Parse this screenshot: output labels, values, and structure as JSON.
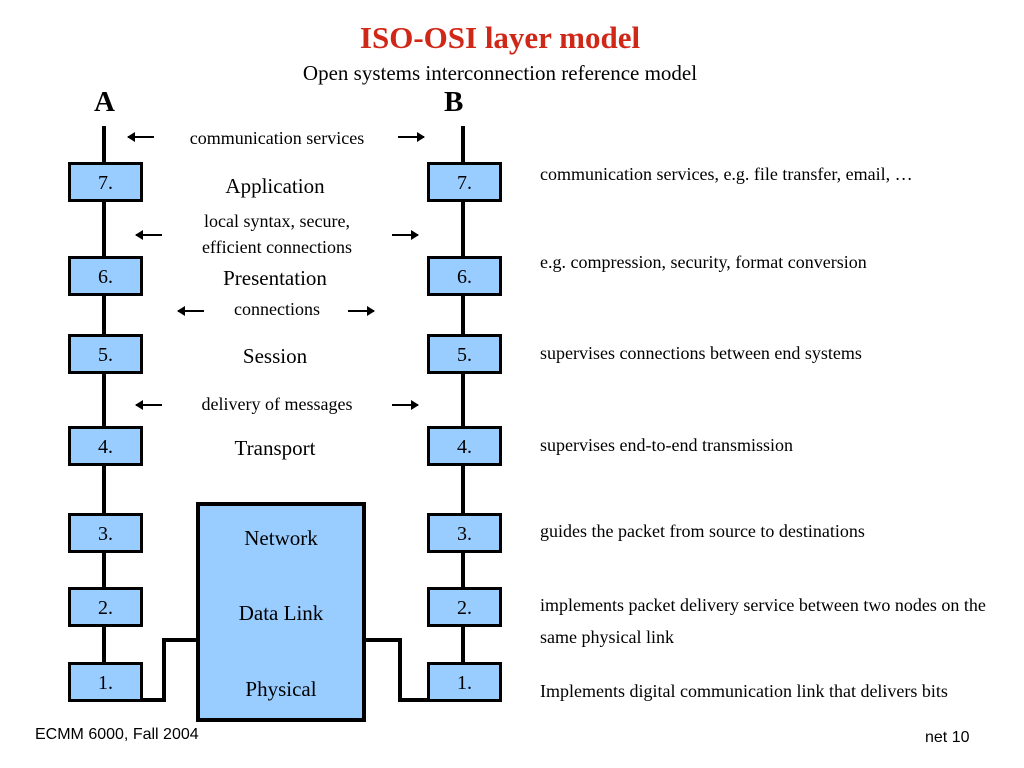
{
  "title": "ISO-OSI layer model",
  "subtitle": "Open systems interconnection reference model",
  "hosts": {
    "a": "A",
    "b": "B"
  },
  "layers": [
    {
      "num": "7.",
      "name": "Application",
      "desc": "communication services, e.g. file transfer, email, …"
    },
    {
      "num": "6.",
      "name": "Presentation",
      "desc": "e.g. compression, security, format conversion"
    },
    {
      "num": "5.",
      "name": "Session",
      "desc": "supervises connections between end systems"
    },
    {
      "num": "4.",
      "name": "Transport",
      "desc": "supervises end-to-end transmission"
    },
    {
      "num": "3.",
      "name": "Network",
      "desc": "guides the packet from source to destinations"
    },
    {
      "num": "2.",
      "name": "Data Link",
      "desc": "implements packet delivery service between two nodes on the same physical link"
    },
    {
      "num": "1.",
      "name": "Physical",
      "desc": "Implements digital communication link that delivers bits"
    }
  ],
  "services": {
    "communication": "communication services",
    "local_syntax_1": "local syntax, secure,",
    "local_syntax_2": "efficient connections",
    "connections": "connections",
    "delivery": "delivery of messages"
  },
  "footer": {
    "course": "ECMM 6000, Fall 2004",
    "slide": "net 10"
  }
}
